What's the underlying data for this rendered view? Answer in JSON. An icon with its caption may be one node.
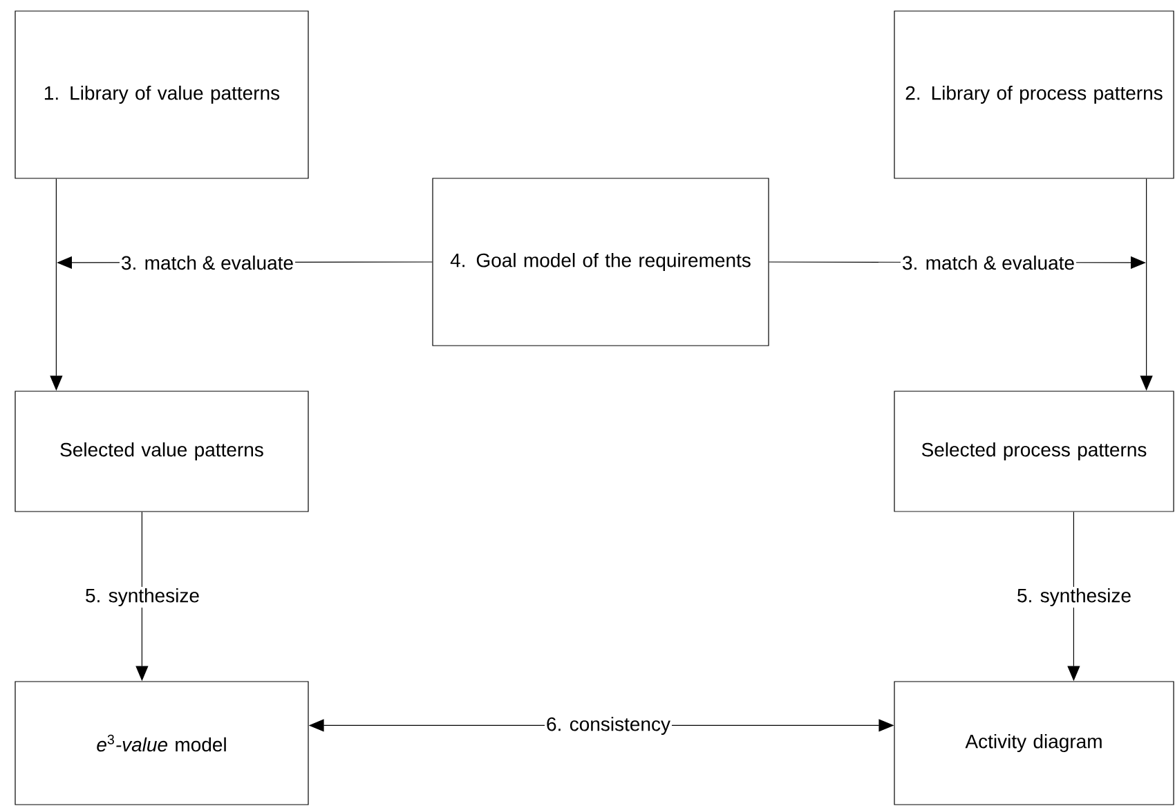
{
  "diagram": {
    "nodes": [
      {
        "text": [
          "1. Library of value patterns"
        ]
      },
      {
        "text": [
          "2. Library of process patterns"
        ]
      },
      {
        "text": [
          "4. Goal model of the requirements"
        ]
      },
      {
        "text": [
          "Selected value patterns"
        ]
      },
      {
        "text": [
          "Selected process patterns"
        ]
      },
      {
        "text": [
          "*e*$^{3}$*-value* model"
        ]
      },
      {
        "text": [
          "Activity diagram"
        ]
      }
    ],
    "edges": [
      {
        "from": 0,
        "to": 3,
        "arrow": "to"
      },
      {
        "from": 1,
        "to": 4,
        "arrow": "to"
      },
      {
        "from": 2,
        "to": null,
        "arrow": "to",
        "label": "3. match & evaluate"
      },
      {
        "from": 2,
        "to": null,
        "arrow": "to",
        "label": "3. match & evaluate"
      },
      {
        "from": 3,
        "to": 5,
        "arrow": "to",
        "label": "5. synthesize"
      },
      {
        "from": 4,
        "to": 6,
        "arrow": "to",
        "label": "5. synthesize"
      },
      {
        "from": 5,
        "to": 6,
        "arrow": "both",
        "label": "6. consistency"
      }
    ]
  }
}
